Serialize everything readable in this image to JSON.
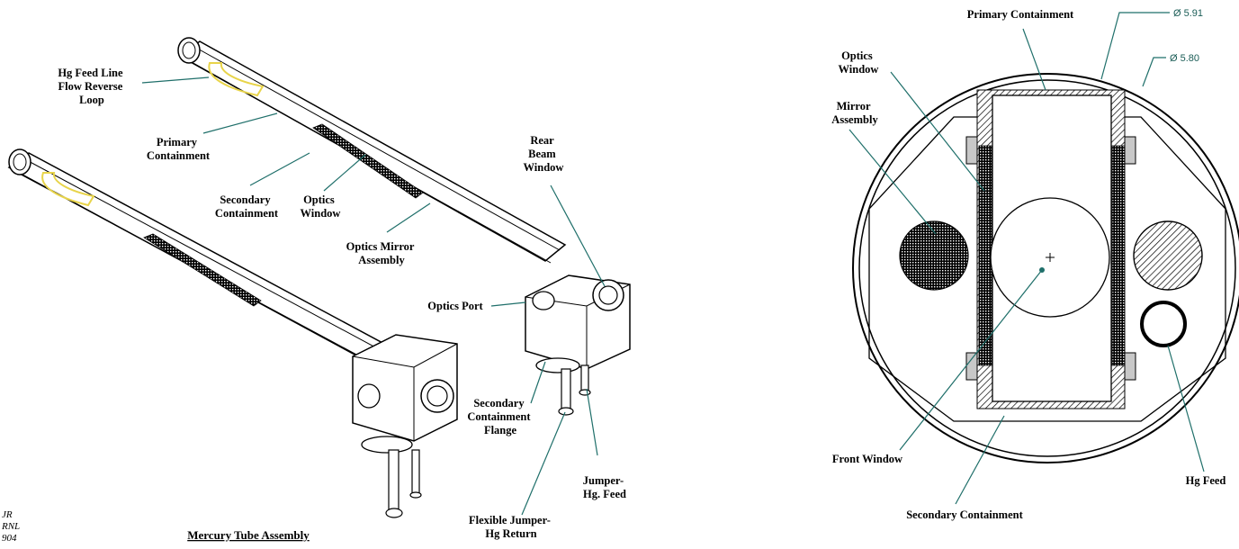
{
  "left_drawing": {
    "labels": {
      "hg_feed_loop": [
        "Hg Feed Line",
        "Flow Reverse",
        "Loop"
      ],
      "primary_containment": [
        "Primary",
        "Containment"
      ],
      "secondary_containment": [
        "Secondary",
        "Containment"
      ],
      "optics_window": [
        "Optics",
        "Window"
      ],
      "optics_mirror_assembly": [
        "Optics Mirror",
        "Assembly"
      ],
      "rear_beam_window": [
        "Rear",
        "Beam",
        "Window"
      ],
      "optics_port": "Optics Port",
      "secondary_containment_flange": [
        "Secondary",
        "Containment",
        "Flange"
      ],
      "jumper_hg_feed": [
        "Jumper-",
        "Hg. Feed"
      ],
      "flexible_jumper_hg_return": [
        "Flexible Jumper-",
        "Hg Return"
      ]
    },
    "caption": "Mercury Tube Assembly",
    "credit": [
      "JR",
      "RNL",
      "904"
    ]
  },
  "right_drawing": {
    "labels": {
      "primary_containment": "Primary Containment",
      "optics_window": [
        "Optics",
        "Window"
      ],
      "mirror_assembly": [
        "Mirror",
        "Assembly"
      ],
      "front_window": "Front Window",
      "secondary_containment": "Secondary Containment",
      "hg_feed": "Hg Feed"
    },
    "dimensions": {
      "outer": "Ø 5.91",
      "inner": "Ø 5.80"
    }
  },
  "colors": {
    "leader_line": "#1f6f6a",
    "feed_loop": "#e8d44a"
  }
}
